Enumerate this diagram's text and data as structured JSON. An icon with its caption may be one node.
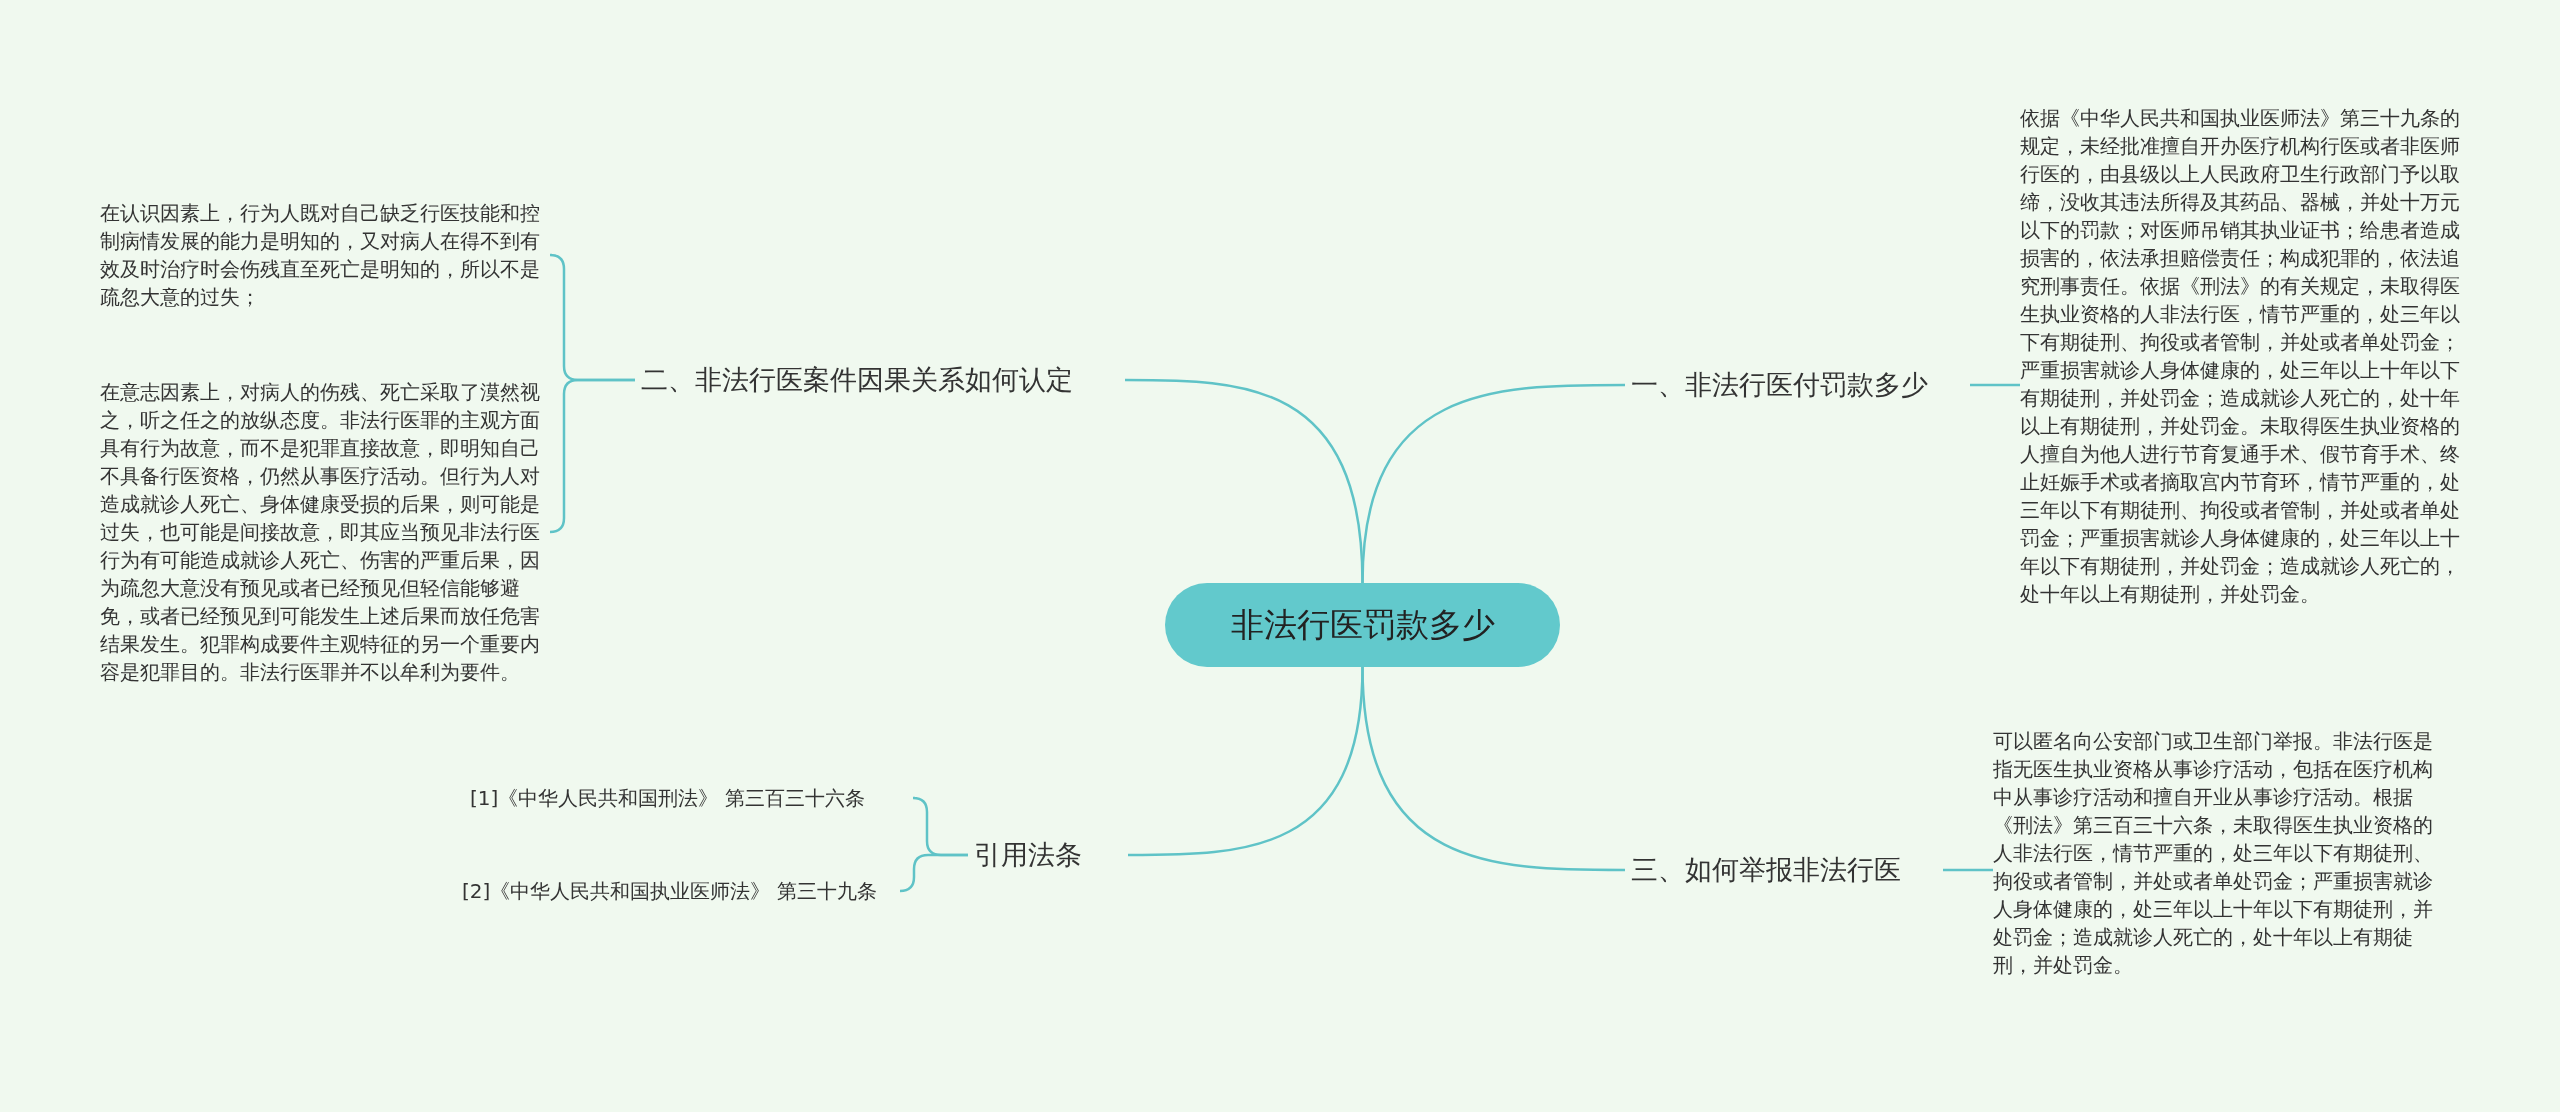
{
  "diagram": {
    "nodes": [
      {
        "text": [
          "非法行医罚款多少"
        ]
      },
      {
        "text": [
          "一、非法行医付罚款多少"
        ]
      },
      {
        "text": [
          "依据《中华人民共和国执业医师法》第三十九条的规定，未经批准擅自开办医疗机构行医或者非医师行医的，由县级以上人民政府卫生行政部门予以取缔，没收其违法所得及其药品、器械，并处十万元以下的罚款；对医师吊销其执业证书；给患者造成损害的，依法承担赔偿责任；构成犯罪的，依法追究刑事责任。依据《刑法》的有关规定，未取得医生执业资格的人非法行医，情节严重的，处三年以下有期徒刑、拘役或者管制，并处或者单处罚金；严重损害就诊人身体健康的，处三年以上十年以下有期徒刑，并处罚金；造成就诊人死亡的，处十年以上有期徒刑，并处罚金。未取得医生执业资格的人擅自为他人进行节育复通手术、假节育手术、终止妊娠手术或者摘取宫内节育环，情节严重的，处三年以下有期徒刑、拘役或者管制，并处或者单处罚金；严重损害就诊人身体健康的，处三年以上十年以下有期徒刑，并处罚金；造成就诊人死亡的，处十年以上有期徒刑，并处罚金。"
        ]
      },
      {
        "text": [
          "二、非法行医案件因果关系如何认定"
        ]
      },
      {
        "text": [
          "在认识因素上，行为人既对自己缺乏行医技能和控制病情发展的能力是明知的，又对病人在得不到有效及时治疗时会伤残直至死亡是明知的，所以不是疏忽大意的过失；"
        ]
      },
      {
        "text": [
          "在意志因素上，对病人的伤残、死亡采取了漠然视之，听之任之的放纵态度。非法行医罪的主观方面具有行为故意，而不是犯罪直接故意，即明知自己不具备行医资格，仍然从事医疗活动。但行为人对造成就诊人死亡、身体健康受损的后果，则可能是过失，也可能是间接故意，即其应当预见非法行医行为有可能造成就诊人死亡、伤害的严重后果，因为疏忽大意没有预见或者已经预见但轻信能够避免，或者已经预见到可能发生上述后果而放任危害结果发生。犯罪构成要件主观特征的另一个重要内容是犯罪目的。非法行医罪并不以牟利为要件。"
        ]
      },
      {
        "text": [
          "三、如何举报非法行医"
        ]
      },
      {
        "text": [
          "可以匿名向公安部门或卫生部门举报。非法行医是指无医生执业资格从事诊疗活动，包括在医疗机构中从事诊疗活动和擅自开业从事诊疗活动。根据《刑法》第三百三十六条，未取得医生执业资格的人非法行医，情节严重的，处三年以下有期徒刑、拘役或者管制，并处或者单处罚金；严重损害就诊人身体健康的，处三年以上十年以下有期徒刑，并处罚金；造成就诊人死亡的，处十年以上有期徒刑，并处罚金。"
        ]
      },
      {
        "text": [
          "引用法条"
        ]
      },
      {
        "text": [
          "[1]《中华人民共和国刑法》 第三百三十六条"
        ]
      },
      {
        "text": [
          "[2]《中华人民共和国执业医师法》 第三十九条"
        ]
      }
    ],
    "edges": [
      {
        "from": 0,
        "to": 1,
        "arrow": "none"
      },
      {
        "from": 1,
        "to": 2,
        "arrow": "none"
      },
      {
        "from": 0,
        "to": 3,
        "arrow": "none"
      },
      {
        "from": 3,
        "to": 4,
        "arrow": "none"
      },
      {
        "from": 3,
        "to": 5,
        "arrow": "none"
      },
      {
        "from": 0,
        "to": 6,
        "arrow": "none"
      },
      {
        "from": 6,
        "to": 7,
        "arrow": "none"
      },
      {
        "from": 0,
        "to": 8,
        "arrow": "none"
      },
      {
        "from": 8,
        "to": 9,
        "arrow": "none"
      },
      {
        "from": 8,
        "to": 10,
        "arrow": "none"
      }
    ]
  }
}
